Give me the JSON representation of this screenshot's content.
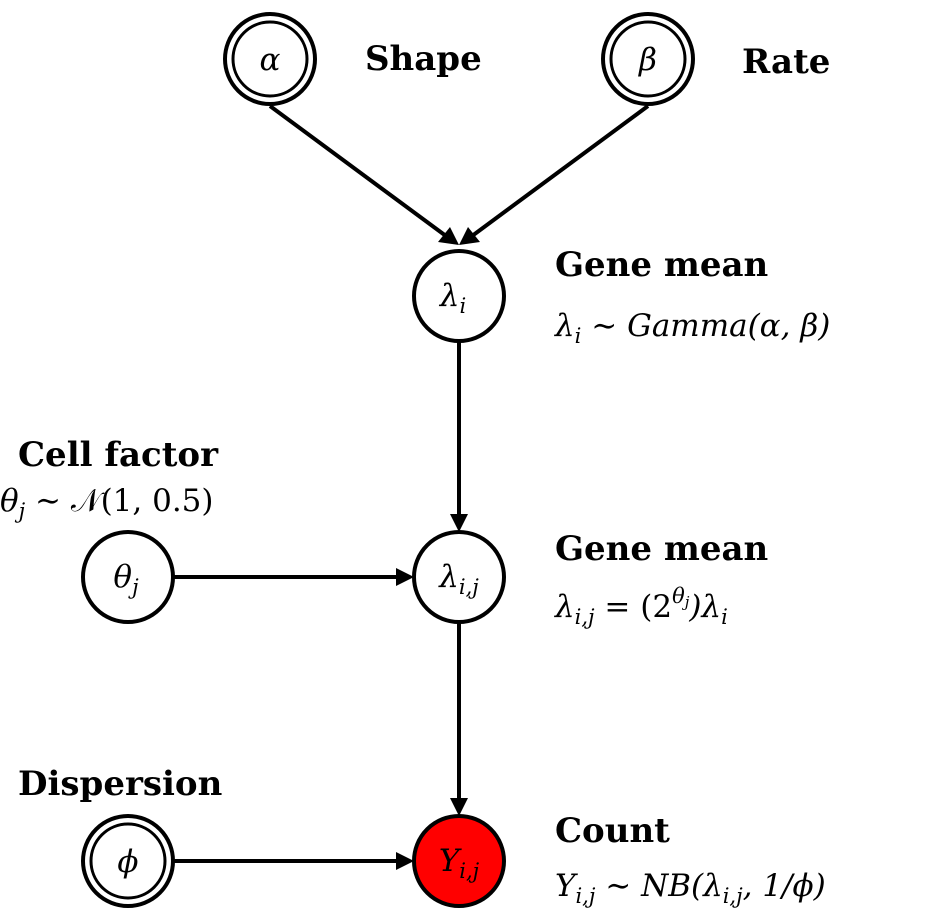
{
  "nodes": {
    "alpha": {
      "symbol": "α",
      "subscript": ""
    },
    "beta": {
      "symbol": "β",
      "subscript": ""
    },
    "lambda_i": {
      "symbol": "λ",
      "subscript": "i"
    },
    "lambda_ij": {
      "symbol": "λ",
      "subscript": "i,j"
    },
    "theta_j": {
      "symbol": "θ",
      "subscript": "j"
    },
    "phi": {
      "symbol": "ϕ",
      "subscript": ""
    },
    "y_ij": {
      "symbol": "Y",
      "subscript": "i,j"
    }
  },
  "labels": {
    "shape": "Shape",
    "rate": "Rate",
    "gene_mean_1": "Gene mean",
    "gene_mean_2": "Gene mean",
    "cell_factor": "Cell factor",
    "dispersion": "Dispersion",
    "count": "Count"
  },
  "equations": {
    "lambda_i": {
      "lhs": "λ",
      "lhs_sub": "i",
      "op": " ∼ ",
      "rhs": "Gamma(α, β)"
    },
    "theta_j": {
      "lhs": "θ",
      "lhs_sub": "j",
      "op": " ∼ ",
      "rhs": "𝒩(1, 0.5)"
    },
    "lambda_ij": {
      "lhs": "λ",
      "lhs_sub": "i,j",
      "op": " = (2",
      "sup": "θ",
      "sup_sub": "j",
      "rhs": ")λ",
      "rhs_sub": "i"
    },
    "y_ij": {
      "lhs": "Y",
      "lhs_sub": "i,j",
      "op": " ∼ ",
      "rhs": "NB(λ",
      "rhs_sub": "i,j",
      "rhs_tail": ", 1/ϕ)"
    }
  },
  "colors": {
    "observed_fill": "#ff0000",
    "stroke": "#000000"
  }
}
